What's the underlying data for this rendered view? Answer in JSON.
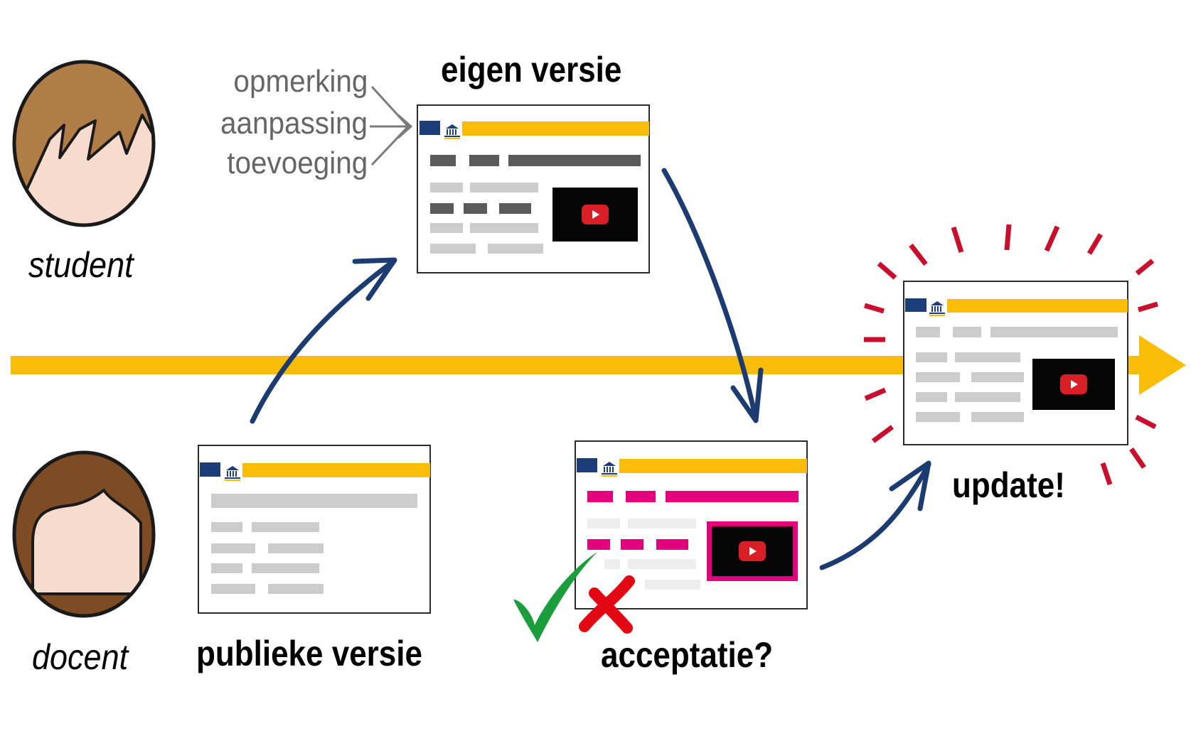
{
  "people": {
    "student": {
      "label": "student",
      "hair": "#b07d47",
      "skin": "#f7dcce"
    },
    "teacher": {
      "label": "docent",
      "hair": "#7e4c24",
      "skin": "#f7dcce"
    }
  },
  "inputs": [
    "opmerking",
    "aanpassing",
    "toevoeging"
  ],
  "versions": {
    "own": {
      "title": "eigen versie"
    },
    "public": {
      "title": "publieke versie"
    },
    "acceptance": {
      "title": "acceptatie?"
    },
    "update": {
      "title": "update!"
    }
  },
  "colors": {
    "timeline": "#f9bc07",
    "arrow": "#1c3b70",
    "header_navy": "#1d3d78",
    "header_yellow": "#f9bc07",
    "dark_block": "#5a5a5a",
    "light_block": "#cccccc",
    "change_highlight": "#e4007d",
    "video_bg": "#050505",
    "play_button": "#d91f26",
    "burst": "#c8102e",
    "accept": "#1a9d3a",
    "reject": "#e30613"
  },
  "icons": {
    "header_logo": "building-icon",
    "video": "youtube-play-icon",
    "accept": "checkmark-icon",
    "reject": "cross-icon"
  }
}
